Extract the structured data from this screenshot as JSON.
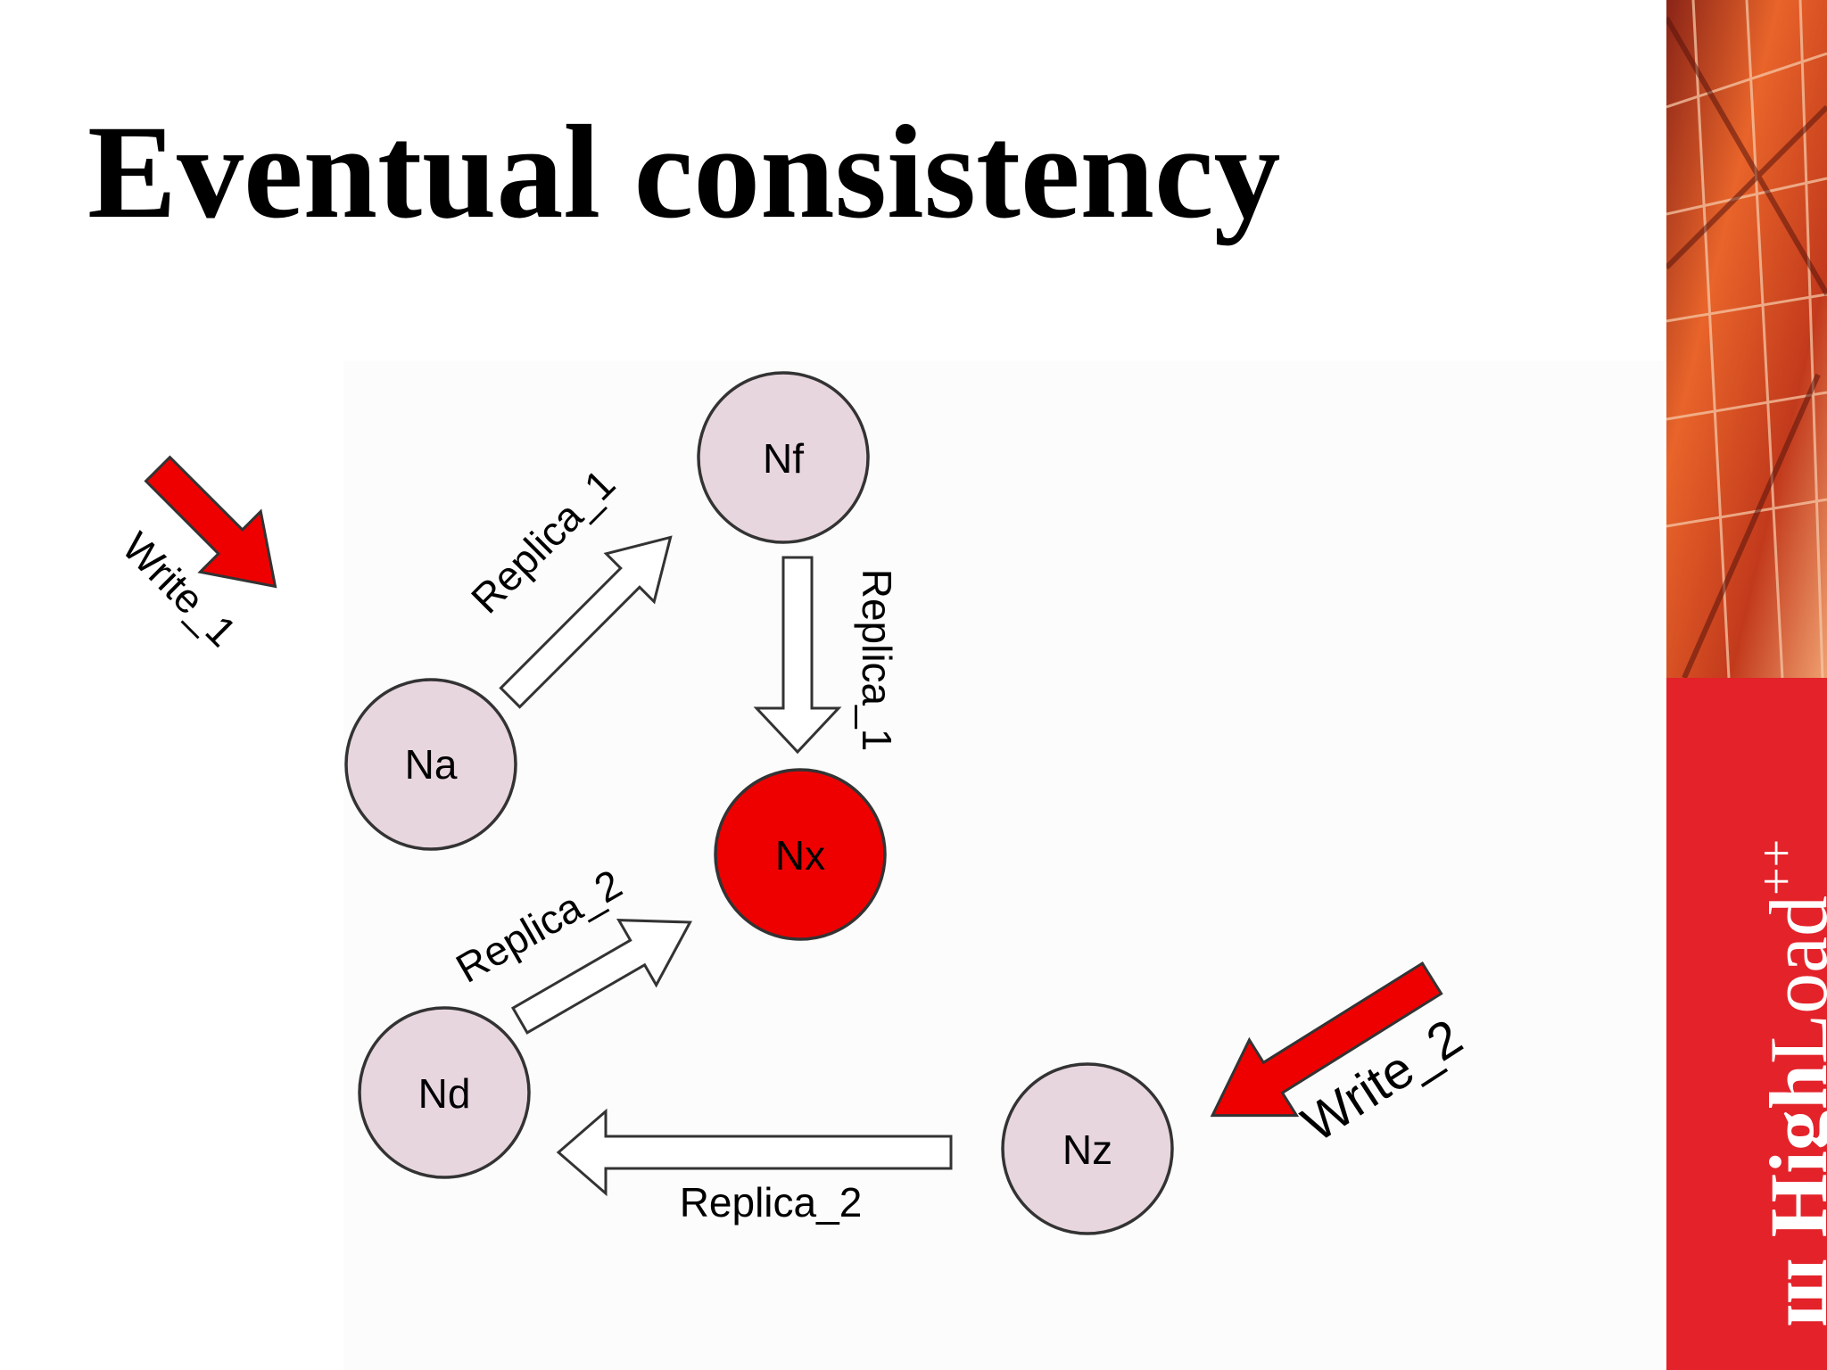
{
  "slide": {
    "title": "Eventual consistency"
  },
  "colors": {
    "node_fill": "#e8d6df",
    "node_highlight": "#ee0000",
    "write_arrow": "#ee0000",
    "replica_arrow": "#ffffff",
    "brand_red": "#e3222a"
  },
  "nodes": {
    "na": "Na",
    "nf": "Nf",
    "nx": "Nx",
    "nd": "Nd",
    "nz": "Nz"
  },
  "edges": {
    "write_1": "Write_1",
    "write_2": "Write_2",
    "replica_1_na_nf": "Replica_1",
    "replica_1_nf_nx": "Replica_1",
    "replica_2_nd_nx": "Replica_2",
    "replica_2_nz_nd": "Replica_2"
  },
  "logo": {
    "high": "High",
    "load": "Load",
    "plus": "++"
  }
}
